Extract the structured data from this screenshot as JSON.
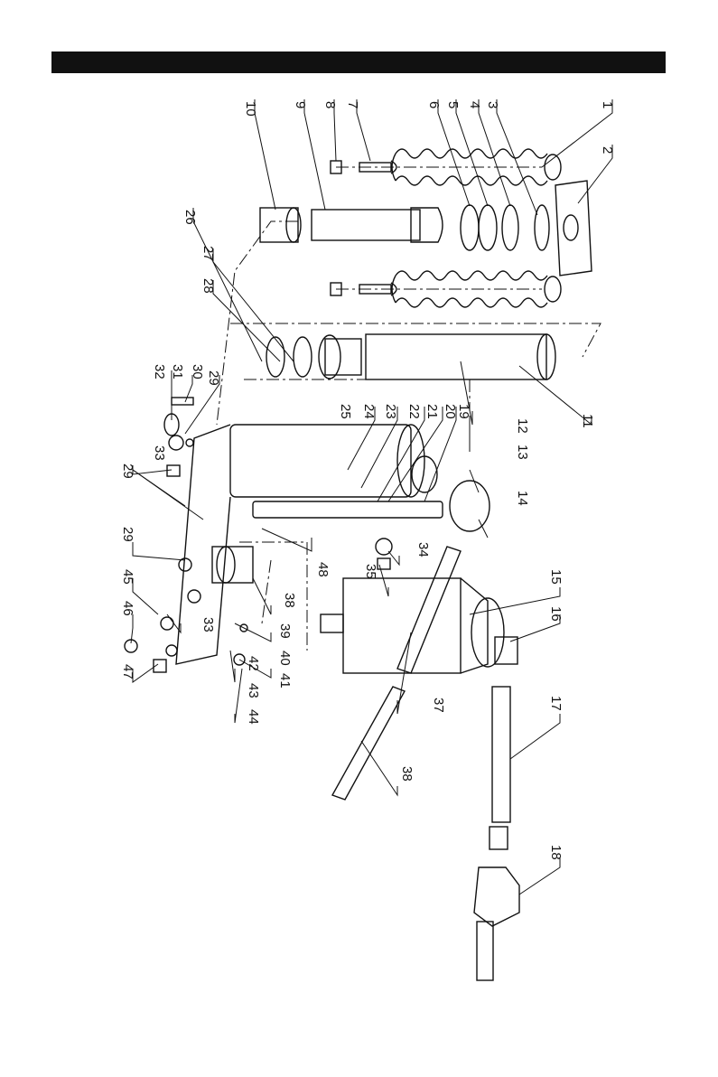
{
  "diagram": {
    "part_labels": [
      {
        "id": "p1",
        "text": "1"
      },
      {
        "id": "p2",
        "text": "2"
      },
      {
        "id": "p3",
        "text": "3"
      },
      {
        "id": "p4",
        "text": "4"
      },
      {
        "id": "p5",
        "text": "5"
      },
      {
        "id": "p6",
        "text": "6"
      },
      {
        "id": "p7",
        "text": "7"
      },
      {
        "id": "p8",
        "text": "8"
      },
      {
        "id": "p9",
        "text": "9"
      },
      {
        "id": "p10",
        "text": "10"
      },
      {
        "id": "p11",
        "text": "11"
      },
      {
        "id": "p12",
        "text": "12"
      },
      {
        "id": "p13",
        "text": "13"
      },
      {
        "id": "p14",
        "text": "14"
      },
      {
        "id": "p15",
        "text": "15"
      },
      {
        "id": "p16",
        "text": "16"
      },
      {
        "id": "p17",
        "text": "17"
      },
      {
        "id": "p18",
        "text": "18"
      },
      {
        "id": "p19",
        "text": "19"
      },
      {
        "id": "p20",
        "text": "20"
      },
      {
        "id": "p21",
        "text": "21"
      },
      {
        "id": "p22",
        "text": "22"
      },
      {
        "id": "p23",
        "text": "23"
      },
      {
        "id": "p24",
        "text": "24"
      },
      {
        "id": "p25",
        "text": "25"
      },
      {
        "id": "p26",
        "text": "26"
      },
      {
        "id": "p27",
        "text": "27"
      },
      {
        "id": "p28",
        "text": "28"
      },
      {
        "id": "p29a",
        "text": "29"
      },
      {
        "id": "p29b",
        "text": "29"
      },
      {
        "id": "p29c",
        "text": "29"
      },
      {
        "id": "p30",
        "text": "30"
      },
      {
        "id": "p31",
        "text": "31"
      },
      {
        "id": "p32",
        "text": "32"
      },
      {
        "id": "p33a",
        "text": "33"
      },
      {
        "id": "p33b",
        "text": "33"
      },
      {
        "id": "p34",
        "text": "34"
      },
      {
        "id": "p35",
        "text": "35"
      },
      {
        "id": "p37",
        "text": "37"
      },
      {
        "id": "p38a",
        "text": "38"
      },
      {
        "id": "p38b",
        "text": "38"
      },
      {
        "id": "p39",
        "text": "39"
      },
      {
        "id": "p40",
        "text": "40"
      },
      {
        "id": "p41",
        "text": "41"
      },
      {
        "id": "p42",
        "text": "42"
      },
      {
        "id": "p43",
        "text": "43"
      },
      {
        "id": "p44",
        "text": "44"
      },
      {
        "id": "p45",
        "text": "45"
      },
      {
        "id": "p46",
        "text": "46"
      },
      {
        "id": "p47",
        "text": "47"
      },
      {
        "id": "p48",
        "text": "48"
      }
    ]
  }
}
